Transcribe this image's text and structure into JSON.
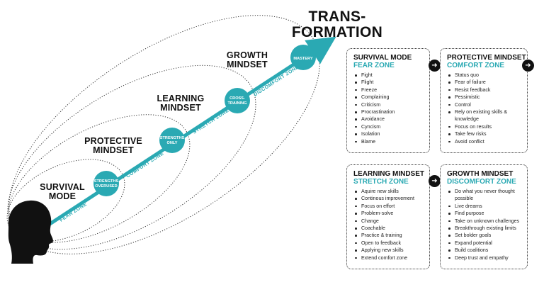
{
  "diagram": {
    "title_line1": "TRANS-",
    "title_line2": "FORMATION",
    "stages": [
      {
        "line1": "SURVIVAL",
        "line2": "MODE"
      },
      {
        "line1": "PROTECTIVE",
        "line2": "MINDSET"
      },
      {
        "line1": "LEARNING",
        "line2": "MINDSET"
      },
      {
        "line1": "GROWTH",
        "line2": "MINDSET"
      }
    ],
    "nodes": [
      {
        "line1": "STRENGTHS",
        "line2": "OVERUSED"
      },
      {
        "line1": "STRENGTHS",
        "line2": "ONLY"
      },
      {
        "line1": "CROSS-",
        "line2": "TRAINING"
      },
      {
        "line1": "MASTERY",
        "line2": ""
      }
    ],
    "zones": [
      "FEAR ZONE",
      "COMFORT ZONE",
      "STRETCH ZONE",
      "DISCOMFORT ZONE"
    ],
    "colors": {
      "accent": "#2aa9b3",
      "ink": "#111111"
    },
    "head_icon": "human-head-silhouette-icon"
  },
  "cards": [
    {
      "title": "SURVIVAL MODE",
      "subtitle": "FEAR ZONE",
      "items": [
        "Fight",
        "Flight",
        "Freeze",
        "Complaining",
        "Criticism",
        "Procrastination",
        "Avoidance",
        "Cyncism",
        "Isolation",
        "Blame"
      ]
    },
    {
      "title": "PROTECTIVE MINDSET",
      "subtitle": "COMFORT ZONE",
      "items": [
        "Status quo",
        "Fear of failure",
        "Resist feedback",
        "Pessimistic",
        "Control",
        "Rely on existing skills & knowledge",
        "Focus on results",
        "Take few risks",
        "Avoid conflict"
      ]
    },
    {
      "title": "LEARNING MINDSET",
      "subtitle": "STRETCH ZONE",
      "items": [
        "Aquire new skills",
        "Continous improvement",
        "Focus on effort",
        "Problem-solve",
        "Change",
        "Coachable",
        "Practice & training",
        "Open to feedback",
        "Applying new skills",
        "Extend comfort zone"
      ]
    },
    {
      "title": "GROWTH MINDSET",
      "subtitle": "DISCOMFORT ZONE",
      "items": [
        "Do what you never thought possible",
        "Live dreams",
        "Find purpose",
        "Take on unknown challenges",
        "Breakthrough existing limits",
        "Set bolder goals",
        "Expand potential",
        "Build coalitions",
        "Deep trust and empathy"
      ]
    }
  ]
}
